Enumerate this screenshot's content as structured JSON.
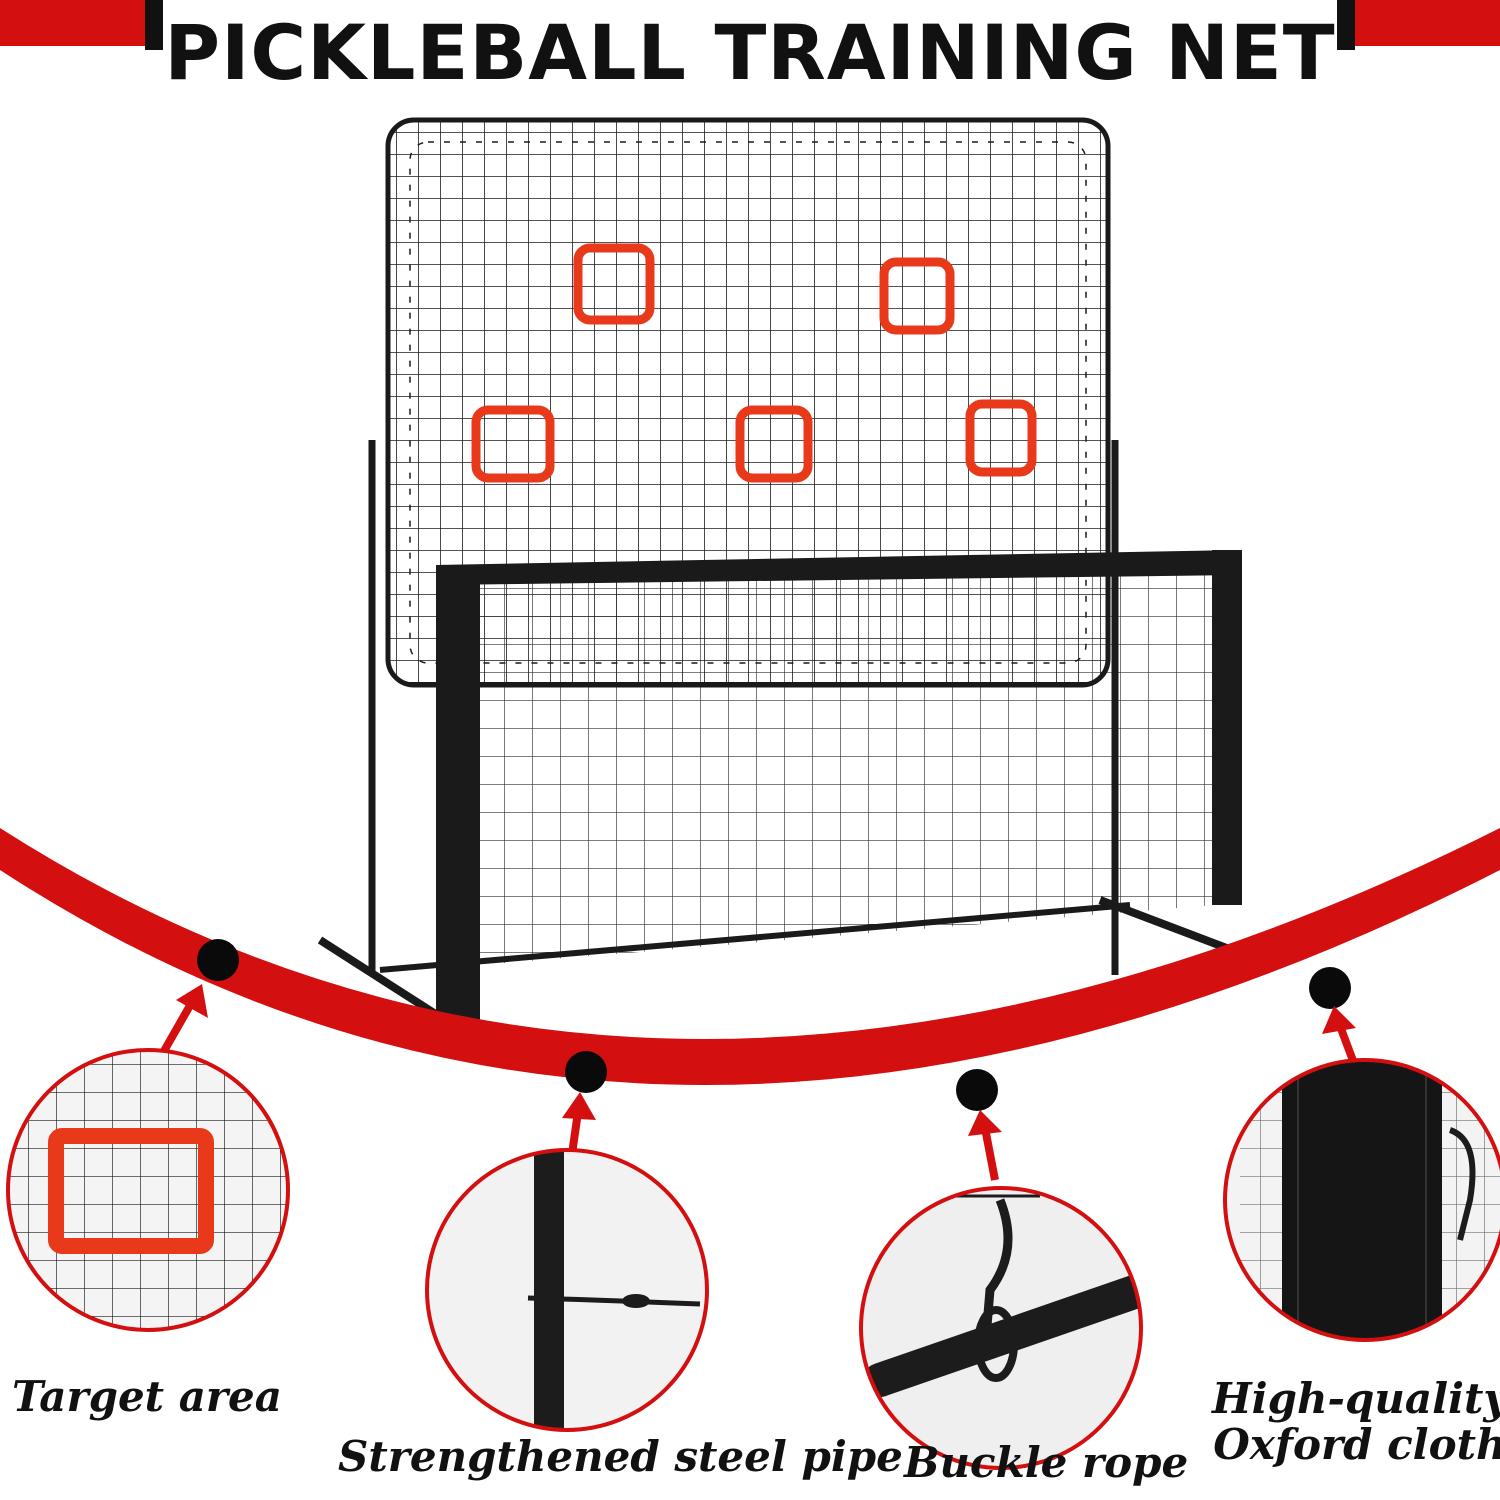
{
  "title": "PICKLEBALL TRAINING NET",
  "colors": {
    "accent": "#d40f0f",
    "frame": "#1a1a1a",
    "target": "#e8391b",
    "background": "#ffffff"
  },
  "features": [
    {
      "label": "Target area",
      "icon": "target-square-icon"
    },
    {
      "label": "Strengthened steel pipe",
      "icon": "steel-pipe-icon"
    },
    {
      "label": "Buckle rope",
      "icon": "buckle-hook-icon"
    },
    {
      "label_line1": "High-quality",
      "label_line2": "Oxford cloth",
      "icon": "oxford-cloth-icon"
    }
  ]
}
